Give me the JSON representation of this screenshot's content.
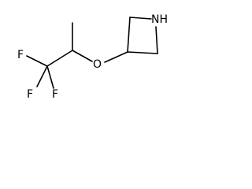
{
  "molecule": {
    "atoms": {
      "nitrogen": "NH",
      "oxygen": "O",
      "fluorine_top": "F",
      "fluorine_left": "F",
      "fluorine_bottom": "F"
    }
  }
}
